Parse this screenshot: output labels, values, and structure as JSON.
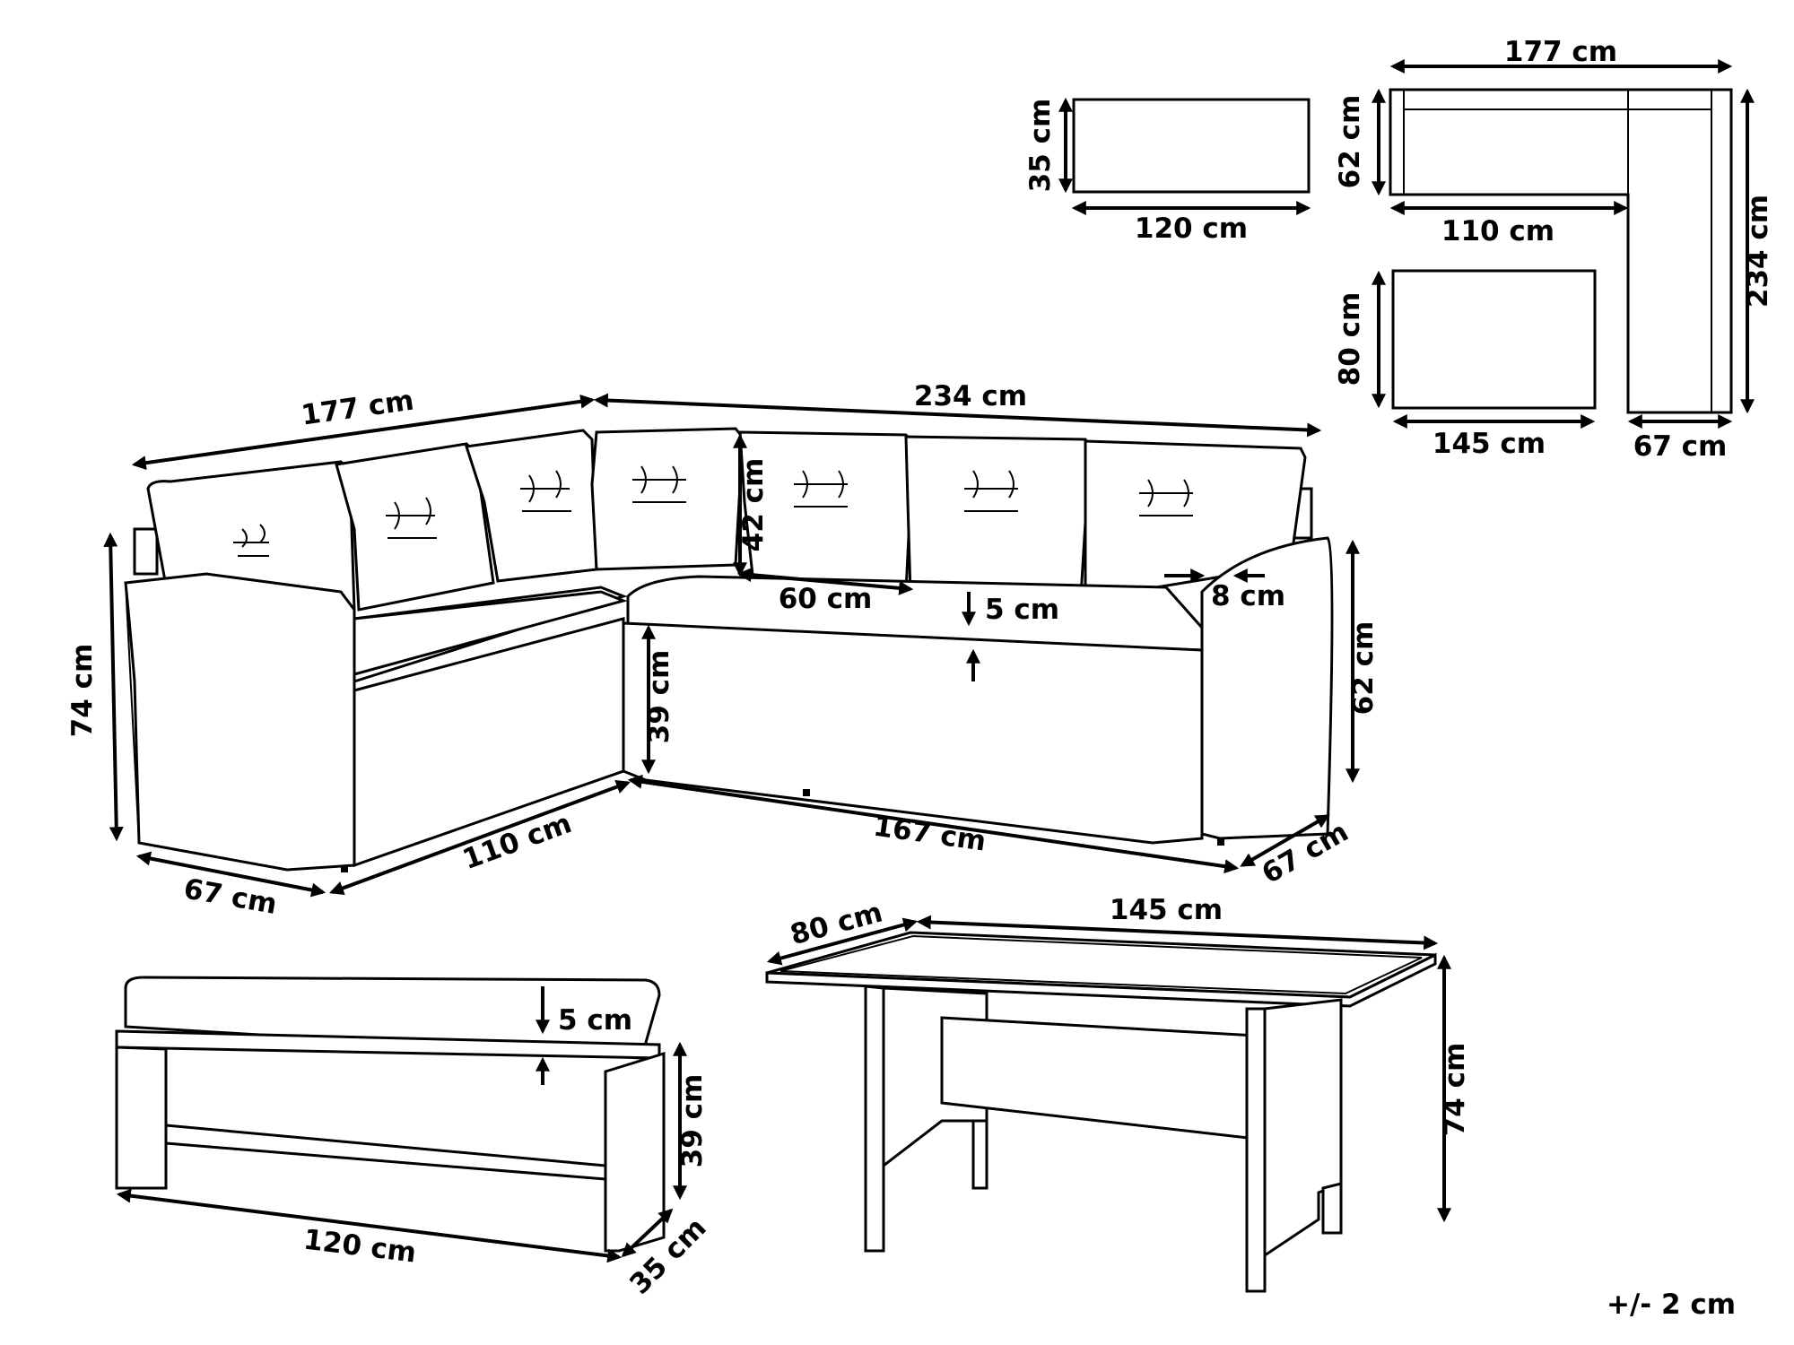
{
  "top_views": {
    "bench": {
      "height": "35 cm",
      "width": "120 cm"
    },
    "sofa": {
      "width": "177 cm",
      "depth": "62 cm",
      "inner_width": "110 cm",
      "length": "234 cm",
      "arm_depth": "67 cm"
    },
    "table": {
      "depth": "80 cm",
      "width": "145 cm"
    }
  },
  "sofa": {
    "left_width": "177 cm",
    "right_length": "234 cm",
    "back_height": "42 cm",
    "seat_depth": "60 cm",
    "cushion_thickness": "5 cm",
    "arm_width": "8 cm",
    "total_height": "74 cm",
    "seat_height": "39 cm",
    "right_height": "62 cm",
    "left_depth": "67 cm",
    "inner_width": "110 cm",
    "front_length": "167 cm",
    "right_depth": "67 cm"
  },
  "bench": {
    "cushion_thickness": "5 cm",
    "height": "39 cm",
    "width": "120 cm",
    "depth": "35 cm"
  },
  "table": {
    "depth": "80 cm",
    "width": "145 cm",
    "height": "74 cm"
  },
  "tolerance": "+/- 2 cm"
}
